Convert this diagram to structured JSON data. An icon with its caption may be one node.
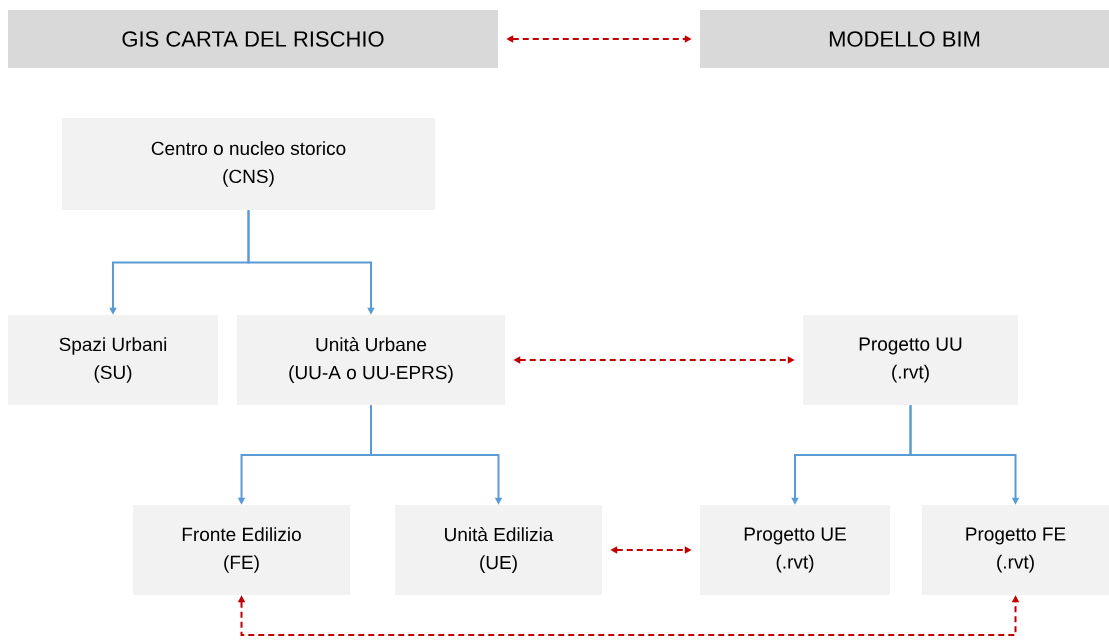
{
  "diagram": {
    "nodes": [
      {
        "text": [
          "GIS CARTA DEL RISCHIO"
        ]
      },
      {
        "text": [
          "MODELLO BIM"
        ]
      },
      {
        "text": [
          "Centro o nucleo storico",
          "(CNS)"
        ]
      },
      {
        "text": [
          "Spazi Urbani",
          "(SU)"
        ]
      },
      {
        "text": [
          "Unità Urbane",
          "(UU-A o UU-EPRS)"
        ]
      },
      {
        "text": [
          "Progetto UU",
          "(.rvt)"
        ]
      },
      {
        "text": [
          "Fronte Edilizio",
          "(FE)"
        ]
      },
      {
        "text": [
          "Unità Edilizia",
          "(UE)"
        ]
      },
      {
        "text": [
          "Progetto UE",
          "(.rvt)"
        ]
      },
      {
        "text": [
          "Progetto FE",
          "(.rvt)"
        ]
      }
    ],
    "edges": [
      {
        "from": 0,
        "to": 1,
        "arrow": "both",
        "style": "dashed",
        "color": "#c00000"
      },
      {
        "from": 2,
        "to": 3,
        "arrow": "to"
      },
      {
        "from": 2,
        "to": 4,
        "arrow": "to"
      },
      {
        "from": 4,
        "to": 5,
        "arrow": "both",
        "style": "dashed",
        "color": "#c00000"
      },
      {
        "from": 4,
        "to": 6,
        "arrow": "to"
      },
      {
        "from": 4,
        "to": 7,
        "arrow": "to"
      },
      {
        "from": 5,
        "to": 8,
        "arrow": "to"
      },
      {
        "from": 5,
        "to": 9,
        "arrow": "to"
      },
      {
        "from": 7,
        "to": 8,
        "arrow": "both",
        "style": "dashed",
        "color": "#c00000"
      },
      {
        "from": 6,
        "to": 9,
        "arrow": "both",
        "style": "dashed",
        "color": "#c00000"
      }
    ]
  }
}
